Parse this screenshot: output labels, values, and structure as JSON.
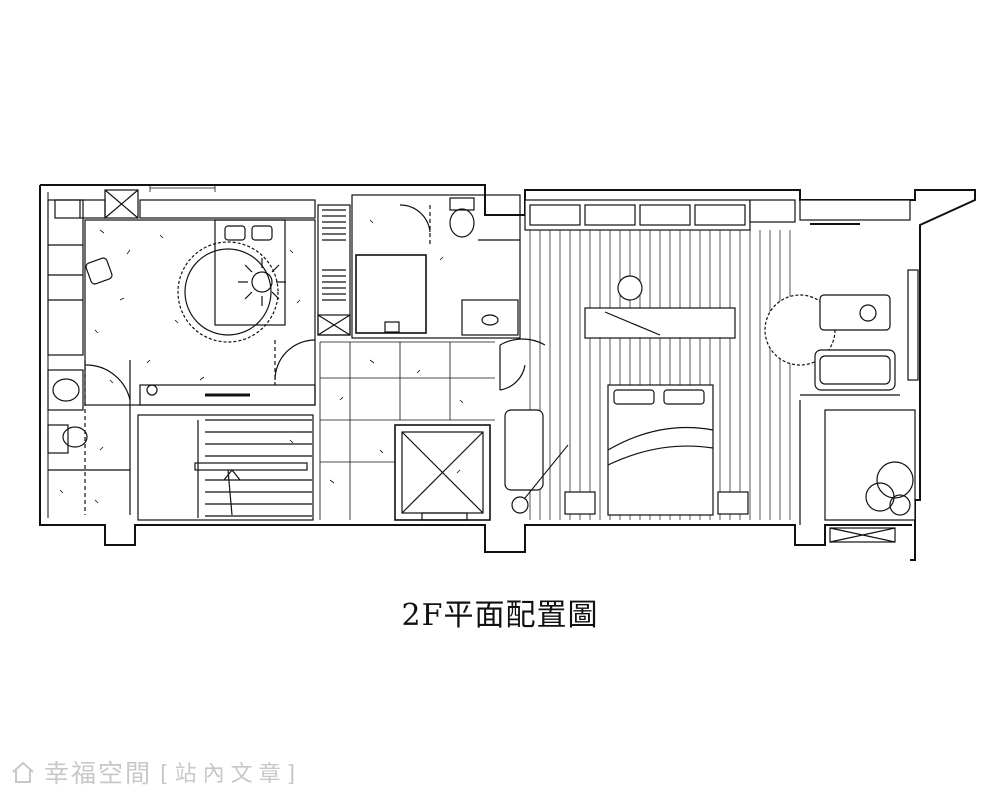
{
  "caption": "2F平面配置圖",
  "watermark": {
    "logo_icon": "house-logo-icon",
    "brand": "幸福空間",
    "tag": "[站內文章]"
  },
  "colors": {
    "line": "#111111",
    "watermark": "#c8c8c8",
    "background": "#ffffff"
  }
}
